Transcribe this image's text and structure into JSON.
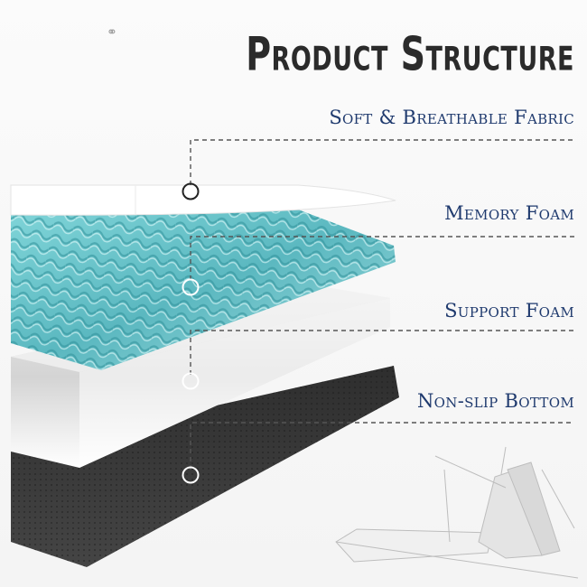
{
  "title": "Product Structure",
  "layers": [
    {
      "label": "Soft & Breathable Fabric"
    },
    {
      "label": "Memory Foam"
    },
    {
      "label": "Support Foam"
    },
    {
      "label": "Non-slip Bottom"
    }
  ],
  "colors": {
    "title": "#2b2b2b",
    "label": "#1f3a6e",
    "memory_foam": "#6cc3c9",
    "support_foam": "#f2f2f2",
    "bottom": "#3a3a3a",
    "fabric": "#ffffff"
  },
  "icons": {
    "top_left": "rings-icon"
  }
}
